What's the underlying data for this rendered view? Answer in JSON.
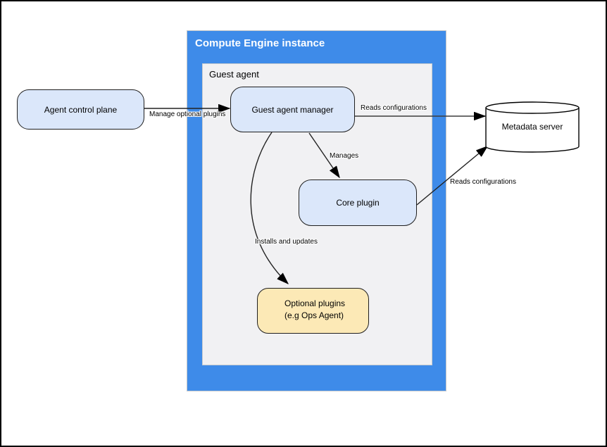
{
  "containers": {
    "compute_engine": {
      "title": "Compute Engine instance",
      "fill": "#3e8be9",
      "title_color": "#ffffff"
    },
    "guest_agent": {
      "title": "Guest agent",
      "fill": "#f1f1f3"
    }
  },
  "nodes": {
    "agent_control_plane": {
      "label": "Agent control plane",
      "fill": "#dbe7fa"
    },
    "guest_agent_manager": {
      "label": "Guest agent manager",
      "fill": "#dbe7fa"
    },
    "core_plugin": {
      "label": "Core plugin",
      "fill": "#dbe7fa"
    },
    "optional_plugins": {
      "label_line1": "Optional plugins",
      "label_line2": "(e.g  Ops Agent)",
      "fill": "#fce9b6"
    },
    "metadata_server": {
      "label": "Metadata server",
      "shape": "cylinder",
      "fill": "#ffffff"
    }
  },
  "edges": {
    "manage_optional_plugins": {
      "label": "Manage optional plugins",
      "from": "Agent control plane",
      "to": "Guest agent manager"
    },
    "reads_configurations_manager": {
      "label": "Reads configurations",
      "from": "Guest agent manager",
      "to": "Metadata server"
    },
    "manages": {
      "label": "Manages",
      "from": "Guest agent manager",
      "to": "Core plugin"
    },
    "reads_configurations_core": {
      "label": "Reads configurations",
      "from": "Core plugin",
      "to": "Metadata server"
    },
    "installs_and_updates": {
      "label": "Installs and updates",
      "from": "Guest agent manager",
      "to": "Optional plugins"
    }
  }
}
